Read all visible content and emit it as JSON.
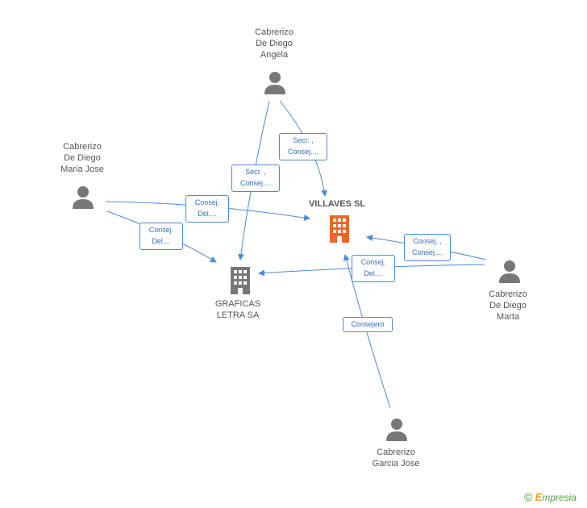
{
  "diagram": {
    "nodes": {
      "angela": {
        "type": "person",
        "lines": [
          "Cabrerizo",
          "De Diego",
          "Angela"
        ]
      },
      "maria_jose": {
        "type": "person",
        "lines": [
          "Cabrerizo",
          "De Diego",
          "Maria Jose"
        ]
      },
      "marta": {
        "type": "person",
        "lines": [
          "Cabrerizo",
          "De Diego",
          "Marta"
        ]
      },
      "garcia_jose": {
        "type": "person",
        "lines": [
          "Cabrerizo",
          "Garcia Jose"
        ]
      },
      "villaves": {
        "type": "company",
        "lines": [
          "VILLAVES SL"
        ],
        "highlight_color": "#f0642a"
      },
      "graficas": {
        "type": "company",
        "lines": [
          "GRAFICAS",
          "LETRA SA"
        ],
        "color": "#777777"
      }
    },
    "edges": [
      {
        "from": "angela",
        "to": "villaves",
        "label": [
          "Secr. ,",
          "Consej...."
        ]
      },
      {
        "from": "angela",
        "to": "graficas",
        "label": [
          "Secr. ,",
          "Consej...."
        ]
      },
      {
        "from": "maria_jose",
        "to": "villaves",
        "label": [
          "Consej.",
          "Del...."
        ]
      },
      {
        "from": "maria_jose",
        "to": "graficas",
        "label": [
          "Consej.",
          "Del...."
        ]
      },
      {
        "from": "marta",
        "to": "villaves",
        "label": [
          "Consej. ,",
          "Consej...."
        ]
      },
      {
        "from": "marta",
        "to": "graficas",
        "label": [
          "Consej.",
          "Del...."
        ]
      },
      {
        "from": "garcia_jose",
        "to": "villaves",
        "label": [
          "Consejero"
        ]
      }
    ],
    "edge_color": "#4a8ad6",
    "person_icon_color": "#777777"
  },
  "footer": {
    "copyright": "©",
    "brand_e": "E",
    "brand_rest": "mpresia"
  }
}
